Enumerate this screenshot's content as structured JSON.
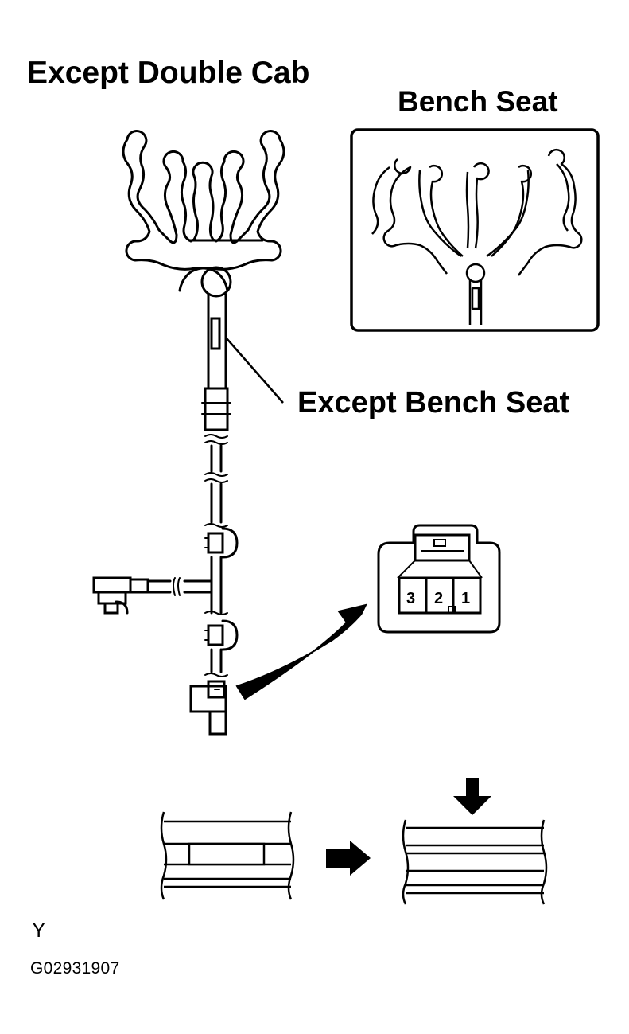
{
  "labels": {
    "main_title": "Except Double Cab",
    "inset_title": "Bench Seat",
    "callout": "Except Bench Seat",
    "corner_letter": "Y",
    "figure_code": "G02931907"
  },
  "connector_pins": [
    "3",
    "2",
    "1"
  ],
  "colors": {
    "ink": "#000000",
    "paper": "#ffffff"
  }
}
